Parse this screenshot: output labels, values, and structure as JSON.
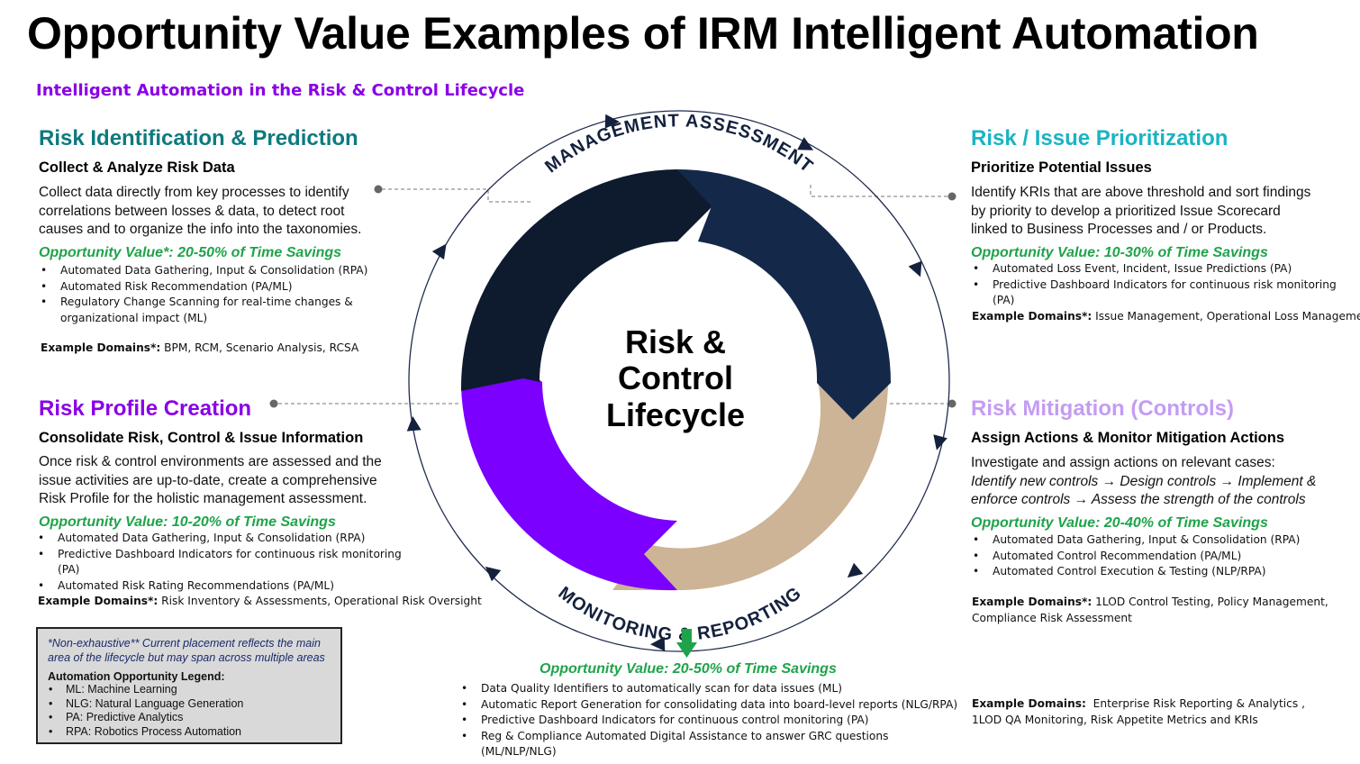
{
  "title": "Opportunity Value Examples of IRM Intelligent Automation",
  "subtitle": "Intelligent Automation in the Risk & Control Lifecycle",
  "colors": {
    "teal": "#0d7a7e",
    "cyan": "#19b4c2",
    "purple": "#8a00e6",
    "lavender": "#c49cf2",
    "green": "#1fa34a",
    "navy": "#14213d",
    "tan": "#cdb497"
  },
  "cycle": {
    "center_line1": "Risk &",
    "center_line2": "Control",
    "center_line3": "Lifecycle",
    "top_arc_label": "MANAGEMENT ASSESSMENT",
    "bottom_arc_label": "MONITORING & REPORTING"
  },
  "sections": {
    "risk_id": {
      "title": "Risk Identification & Prediction",
      "subtitle": "Collect & Analyze Risk Data",
      "body": "Collect data directly from key processes to identify correlations between losses & data, to detect root causes and to organize the info into the taxonomies.",
      "opportunity": "Opportunity Value*: 20-50% of Time Savings",
      "bullets": [
        "Automated Data Gathering, Input & Consolidation (RPA)",
        "Automated Risk Recommendation (PA/ML)",
        "Regulatory Change Scanning for real-time changes & organizational impact (ML)"
      ],
      "domains_label": "Example Domains*:",
      "domains": "BPM, RCM, Scenario Analysis, RCSA"
    },
    "risk_priority": {
      "title": "Risk / Issue Prioritization",
      "subtitle": "Prioritize Potential Issues",
      "body": "Identify KRIs that are above threshold and sort findings by priority to develop a prioritized Issue Scorecard linked to Business Processes and / or Products.",
      "opportunity": "Opportunity Value: 10-30% of Time Savings",
      "bullets": [
        "Automated Loss Event, Incident, Issue Predictions (PA)",
        "Predictive Dashboard Indicators for continuous risk monitoring (PA)"
      ],
      "domains_label": "Example Domains*:",
      "domains": "Issue Management, Operational Loss Management"
    },
    "risk_profile": {
      "title": "Risk Profile Creation",
      "subtitle": "Consolidate Risk, Control & Issue Information",
      "body": "Once risk & control environments are assessed and the issue activities are up-to-date, create a comprehensive Risk Profile for the holistic management assessment.",
      "opportunity": "Opportunity Value: 10-20% of Time Savings",
      "bullets": [
        "Automated Data Gathering, Input & Consolidation (RPA)",
        "Predictive Dashboard Indicators for continuous risk monitoring (PA)",
        "Automated Risk Rating Recommendations (PA/ML)"
      ],
      "domains_label": "Example Domains*:",
      "domains": "Risk Inventory & Assessments, Operational Risk Oversight"
    },
    "risk_mitigation": {
      "title": "Risk Mitigation (Controls)",
      "subtitle": "Assign Actions & Monitor Mitigation Actions",
      "body": "Investigate and assign actions on relevant cases:",
      "body_italic": "Identify new controls → Design controls → Implement & enforce controls → Assess the strength of the controls",
      "opportunity": "Opportunity Value: 20-40% of Time Savings",
      "bullets": [
        "Automated Data Gathering, Input & Consolidation (RPA)",
        "Automated Control Recommendation (PA/ML)",
        "Automated Control Execution & Testing (NLP/RPA)"
      ],
      "domains_label": "Example Domains*:",
      "domains": "1LOD Control Testing, Policy Management, Compliance Risk Assessment"
    },
    "monitoring": {
      "opportunity": "Opportunity Value: 20-50% of Time Savings",
      "bullets": [
        "Data Quality Identifiers to automatically scan for data issues (ML)",
        "Automatic Report Generation for consolidating data into board-level reports (NLG/RPA)",
        "Predictive Dashboard Indicators for continuous control monitoring (PA)",
        "Reg & Compliance Automated Digital Assistance to answer GRC questions (ML/NLP/NLG)"
      ],
      "domains_label": "Example Domains:",
      "domains_line1": "Enterprise Risk Reporting & Analytics ,",
      "domains_line2": "1LOD QA Monitoring, Risk Appetite Metrics and KRIs"
    }
  },
  "legend": {
    "note": "*Non-exhaustive** Current placement reflects the main area of the lifecycle but may span across multiple areas",
    "heading": "Automation Opportunity Legend:",
    "items": [
      "ML: Machine Learning",
      "NLG: Natural Language Generation",
      "PA: Predictive Analytics",
      "RPA: Robotics Process Automation"
    ]
  }
}
